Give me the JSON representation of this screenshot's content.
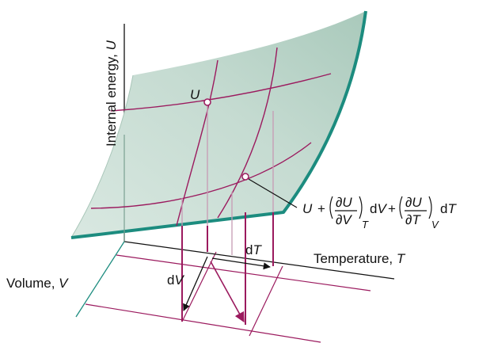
{
  "labels": {
    "z_axis_text": "Internal energy, ",
    "z_axis_var": "U",
    "x_axis_text": "Temperature, ",
    "x_axis_var": "T",
    "y_axis_text": "Volume, ",
    "y_axis_var": "V",
    "point_upper": "U",
    "dT_d": "d",
    "dT_var": "T",
    "dV_d": "d",
    "dV_var": "V",
    "formula": {
      "lead": "U",
      "plus": "+",
      "num": "∂U",
      "den_V": "∂V",
      "den_T": "∂T",
      "sub_T": "T",
      "sub_V": "V",
      "d": "d",
      "dV": "V",
      "dT": "T"
    }
  },
  "colors": {
    "surface_fill": "#c9ddd4",
    "surface_edge": "#1c8c7f",
    "grid_curve": "#9b1a5e",
    "drop_line_light": "#c79ab4",
    "axis": "#111111"
  }
}
